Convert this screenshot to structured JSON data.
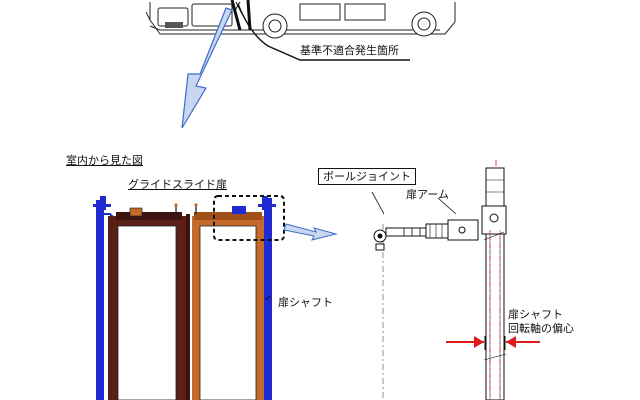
{
  "labels": {
    "nonconformity_location": "基準不適合発生箇所",
    "interior_view": "室内から見た図",
    "glide_slide_door": "グライドスライド扉",
    "ball_joint": "ボールジョイント",
    "door_arm": "扉アーム",
    "door_shaft": "扉シャフト",
    "door_shaft_right": "扉シャフト",
    "rotation_axis_eccentricity": "回転軸の偏心"
  },
  "colors": {
    "frame_blue": "#1f2ad0",
    "panel_dark": "#5a1f17",
    "panel_light": "#c46a2a",
    "eccentricity_arrow": "#e01b1b",
    "leader_blue": "#3b6ec9"
  }
}
